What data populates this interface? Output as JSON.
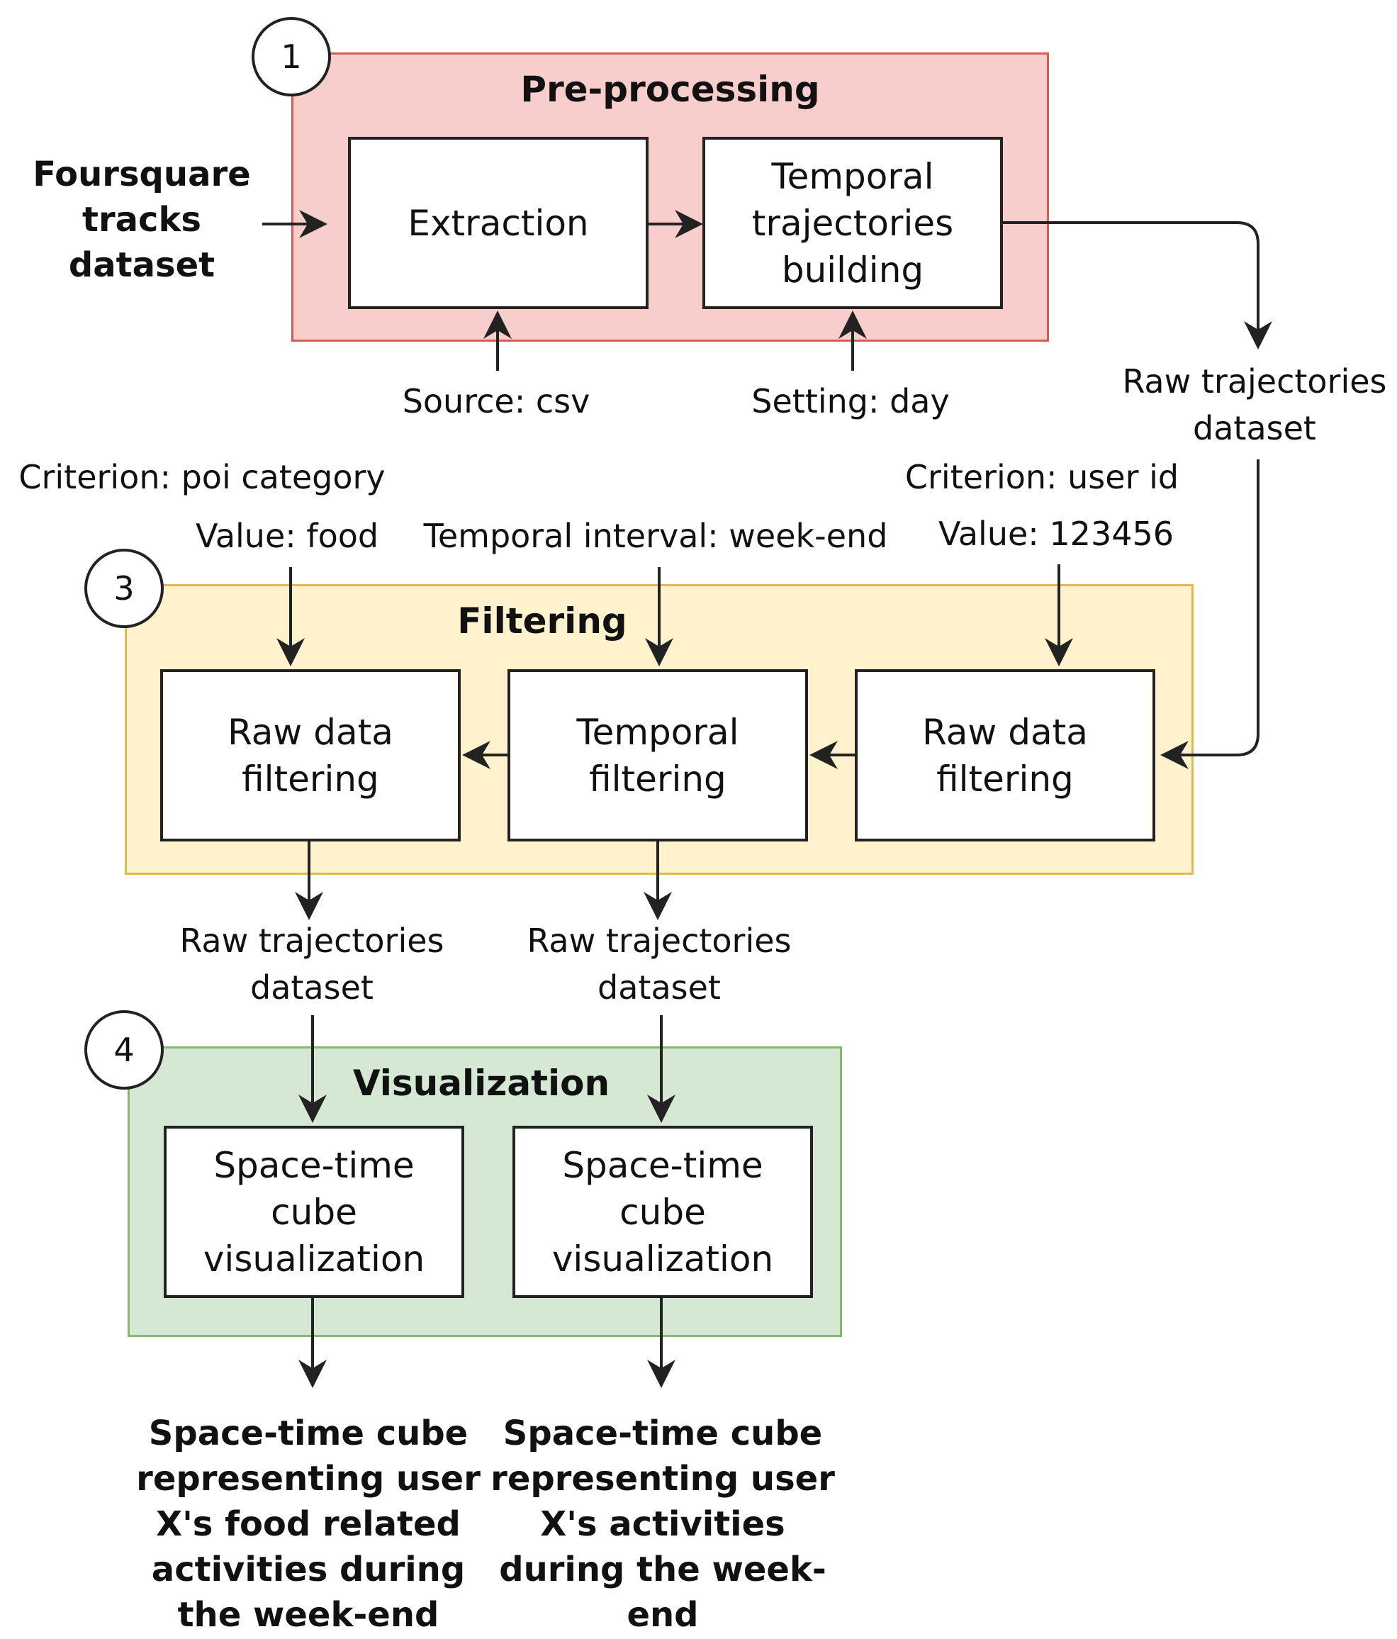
{
  "preprocessing": {
    "badge": "1",
    "title": "Pre-processing",
    "extraction": "Extraction",
    "temporal_building": "Temporal\ntrajectories\nbuilding"
  },
  "inputs": {
    "foursquare": "Foursquare\ntracks\ndataset",
    "source": "Source: csv",
    "setting": "Setting: day"
  },
  "raw_dataset_top": "Raw trajectories\ndataset",
  "params": {
    "criterion_poi": "Criterion: poi category",
    "value_food": "Value: food",
    "temporal_interval": "Temporal interval: week-end",
    "criterion_user": "Criterion: user id",
    "value_user": "Value: 123456"
  },
  "filtering": {
    "badge": "3",
    "title": "Filtering",
    "raw_filter_left": "Raw data\nfiltering",
    "temporal_filter": "Temporal\nfiltering",
    "raw_filter_right": "Raw data\nfiltering"
  },
  "intermediate": {
    "left": "Raw trajectories\ndataset",
    "right": "Raw trajectories\ndataset"
  },
  "visualization": {
    "badge": "4",
    "title": "Visualization",
    "cube_left": "Space-time cube\nvisualization",
    "cube_right": "Space-time cube\nvisualization"
  },
  "outputs": {
    "left": "Space-time cube\nrepresenting user\nX's food related\nactivities during\nthe week-end",
    "right": "Space-time cube\nrepresenting user\nX's activities\nduring the week-\nend"
  }
}
